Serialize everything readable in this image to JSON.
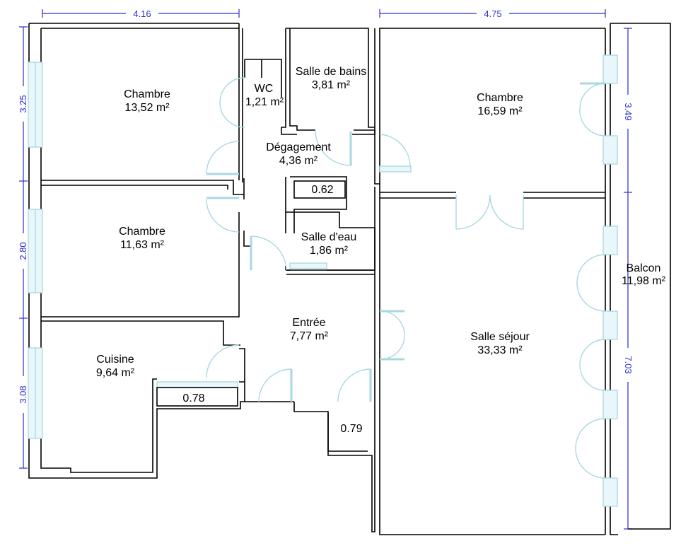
{
  "plan": {
    "rooms": [
      {
        "id": "chambre-1",
        "name": "Chambre",
        "area": "13,52 m²"
      },
      {
        "id": "wc",
        "name": "WC",
        "area": "1,21 m²"
      },
      {
        "id": "salle-de-bains",
        "name": "Salle de bains",
        "area": "3,81 m²"
      },
      {
        "id": "chambre-3",
        "name": "Chambre",
        "area": "16,59 m²"
      },
      {
        "id": "degagement",
        "name": "Dégagement",
        "area": "4,36 m²"
      },
      {
        "id": "chambre-2",
        "name": "Chambre",
        "area": "11,63 m²"
      },
      {
        "id": "salle-d-eau",
        "name": "Salle d'eau",
        "area": "1,86 m²"
      },
      {
        "id": "balcon",
        "name": "Balcon",
        "area": "11,98 m²"
      },
      {
        "id": "entree",
        "name": "Entrée",
        "area": "7,77 m²"
      },
      {
        "id": "salle-sejour",
        "name": "Salle séjour",
        "area": "33,33 m²"
      },
      {
        "id": "cuisine",
        "name": "Cuisine",
        "area": "9,64 m²"
      }
    ],
    "closets": [
      "0.62",
      "0.78",
      "0.79"
    ],
    "dimensions": {
      "top_left": "4.16",
      "top_right": "4.75",
      "left_1": "3.25",
      "left_2": "2.80",
      "left_3": "3.08",
      "right_1": "3.49",
      "right_2": "7.03"
    },
    "colors": {
      "wall": "#000000",
      "dimension": "#2b2bd6",
      "door_window": "#a8d8e2"
    }
  }
}
